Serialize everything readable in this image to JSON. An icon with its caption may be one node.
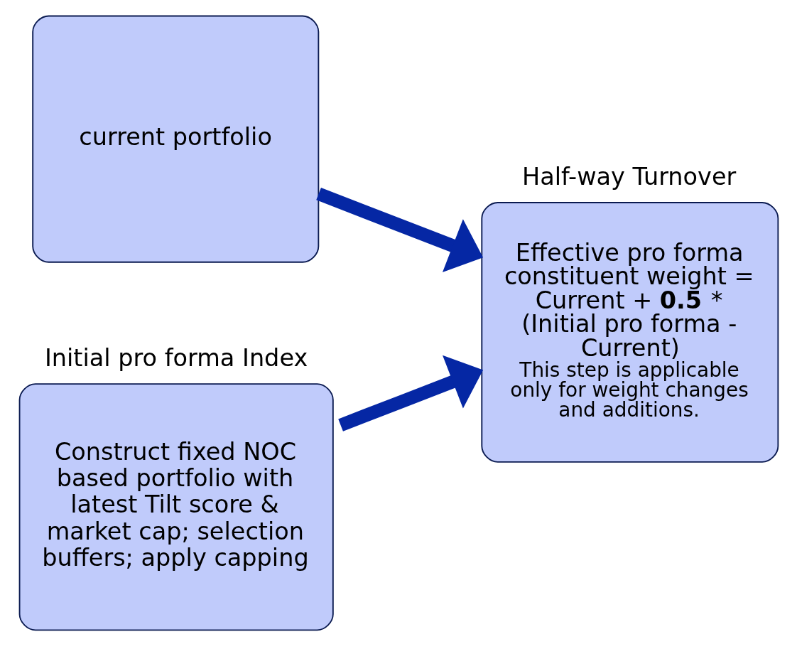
{
  "diagram": {
    "nodes": [
      {
        "text": [
          "current portfolio"
        ]
      },
      {
        "text": [
          "Initial pro forma Index",
          "Construct fixed NOC based portfolio with latest Tilt score & market cap; selection buffers; apply capping"
        ]
      },
      {
        "text": [
          "Half-way Turnover",
          "Effective pro forma constituent weight = Current + **0.5** * (Initial pro forma - Current)",
          "This step is applicable only for weight changes and additions."
        ]
      }
    ],
    "edges": [
      {
        "from": 0,
        "to": 2,
        "arrow": "to"
      },
      {
        "from": 1,
        "to": 2,
        "arrow": "to"
      }
    ]
  }
}
